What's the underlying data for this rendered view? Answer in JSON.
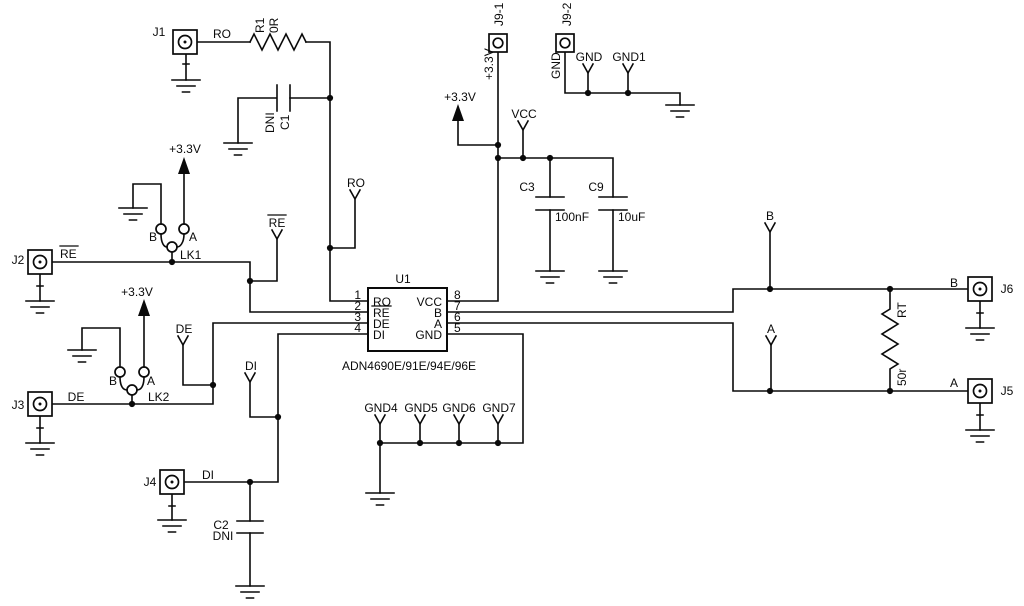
{
  "components": {
    "j1": "J1",
    "j2": "J2",
    "j3": "J3",
    "j4": "J4",
    "j5": "J5",
    "j6": "J6",
    "j9_1": "J9-1",
    "j9_2": "J9-2",
    "r1_ref": "R1",
    "r1_val": "0R",
    "rt_ref": "RT",
    "rt_val": "50r",
    "c1_ref": "C1",
    "c1_val": "DNI",
    "c2_ref": "C2",
    "c2_val": "DNI",
    "c3_ref": "C3",
    "c3_val": "100nF",
    "c9_ref": "C9",
    "c9_val": "10uF",
    "u1_ref": "U1",
    "u1_part": "ADN4690E/91E/94E/96E",
    "lk1": "LK1",
    "lk2": "LK2",
    "jumper_b": "B",
    "jumper_a": "A"
  },
  "nets": {
    "ro": "RO",
    "re": "RE",
    "de": "DE",
    "di": "DI",
    "vcc": "VCC",
    "p3v3": "+3.3V",
    "gnd": "GND",
    "gnd1": "GND1",
    "gnd4": "GND4",
    "gnd5": "GND5",
    "gnd6": "GND6",
    "gnd7": "GND7",
    "a": "A",
    "b": "B"
  },
  "u1_pins": {
    "n1": "1",
    "n2": "2",
    "n3": "3",
    "n4": "4",
    "n5": "5",
    "n6": "6",
    "n7": "7",
    "n8": "8"
  }
}
